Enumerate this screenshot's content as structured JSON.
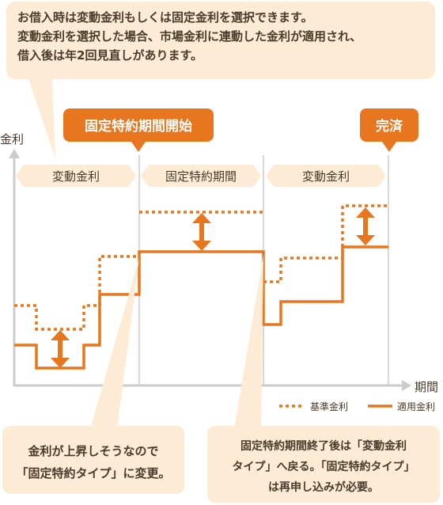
{
  "top_note": {
    "lines": [
      "お借入時は変動金利もしくは固定金利を選択できます。",
      "変動金利を選択した場合、市場金利に連動した金利が適用され、",
      "借入後は年2回見直しがあります。"
    ]
  },
  "callouts": {
    "fixed_start": "固定特約期間開始",
    "complete": "完済"
  },
  "axes": {
    "y_label": "金利",
    "x_label": "期間"
  },
  "phases": [
    {
      "label": "変動金利"
    },
    {
      "label": "固定特約期間"
    },
    {
      "label": "変動金利"
    }
  ],
  "legend": {
    "base_rate": "基準金利",
    "applied_rate": "適用金利"
  },
  "notes": {
    "bottom_left": [
      "金利が上昇しそうなので",
      "「固定特約タイプ」に変更。"
    ],
    "bottom_right": [
      "固定特約期間終了後は「変動金利",
      "タイプ」へ戻る。「固定特約タイプ」",
      "は再申し込みが必要。"
    ]
  },
  "colors": {
    "orange": "#e8761e",
    "bubble": "#fdebd6",
    "phase_tag": "#fdebd6",
    "axis": "#cccccc",
    "text": "#4a3a2a"
  }
}
